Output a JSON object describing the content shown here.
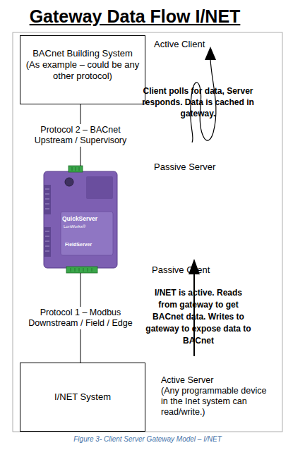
{
  "diagram": {
    "title": "Gateway Data Flow I/NET",
    "caption": "Figure 3- Client Server Gateway Model – I/NET",
    "nodes": [
      {
        "text": [
          "BACnet Building System",
          "(As example – could be any other protocol)"
        ]
      },
      {
        "text": [
          "QuickServer",
          "LonWorks®",
          "FieldServer"
        ]
      },
      {
        "text": [
          "I/NET System"
        ]
      }
    ],
    "edges": [
      {
        "from": 0,
        "to": 1,
        "arrow": "none",
        "label": "Protocol 2 – BACnet Upstream / Supervisory"
      },
      {
        "from": 1,
        "to": 2,
        "arrow": "none",
        "label": "Protocol 1 – Modbus Downstream / Field / Edge"
      }
    ],
    "labels": [
      "Active Client",
      "Client polls for data, Server responds. Data is cached in gateway.",
      "Passive Server",
      "Passive Client",
      "I/NET is active. Reads from gateway to get BACnet data. Writes to gateway to expose data to BACnet",
      "Active Server",
      "(Any programmable device in the Inet system can read/write.)"
    ]
  }
}
